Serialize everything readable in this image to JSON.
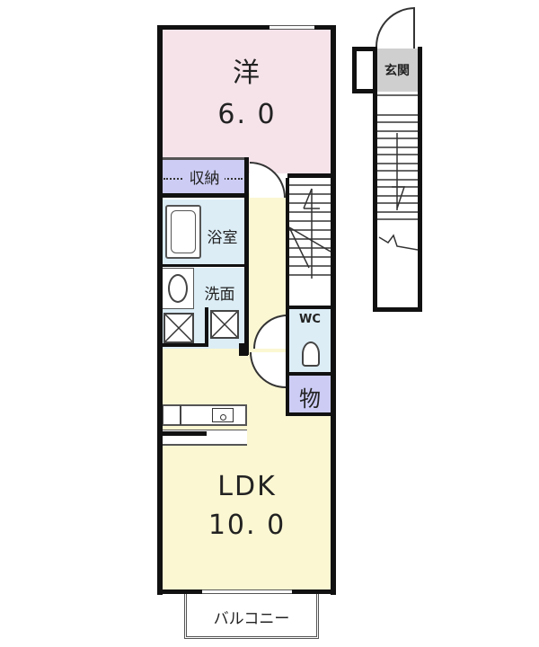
{
  "floorplan": {
    "rooms": {
      "western_room": {
        "label": "洋",
        "size": "6.0",
        "size_display": "6. 0",
        "color": "#f6e3ea"
      },
      "storage": {
        "label": "収納",
        "color": "#ccccf5"
      },
      "bathroom": {
        "label": "浴室",
        "color": "#dcedf6"
      },
      "washroom": {
        "label": "洗面",
        "color": "#dcedf6"
      },
      "wc": {
        "label": "WC",
        "color": "#dcedf6"
      },
      "closet": {
        "label": "物",
        "color": "#ccccf5"
      },
      "ldk": {
        "label": "LDK",
        "size": "10.0",
        "size_display": "10. 0",
        "color": "#fbf7d2"
      },
      "balcony": {
        "label": "バルコニー"
      },
      "entrance": {
        "label": "玄関",
        "color": "#cfcfcf"
      },
      "hallway": {
        "color": "#fbf7d2"
      }
    },
    "stairs": {
      "direction_marks": [
        "up-arrow-left",
        "up-arrow-right"
      ]
    }
  }
}
